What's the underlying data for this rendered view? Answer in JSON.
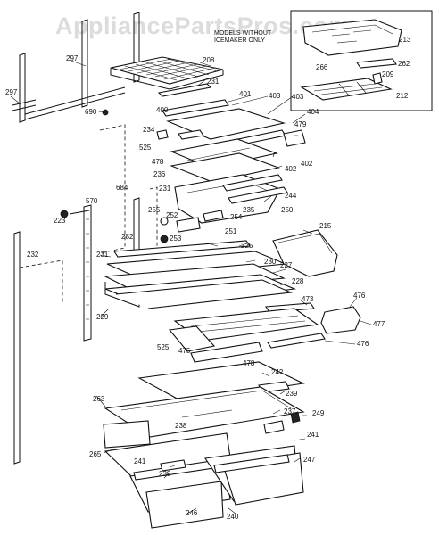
{
  "watermark": "AppliancePartsPros.com",
  "inset_note": [
    "MODELS WITHOUT",
    "ICEMAKER ONLY"
  ],
  "part_labels": [
    {
      "id": "213",
      "text": "213"
    },
    {
      "id": "266",
      "text": "266"
    },
    {
      "id": "262",
      "text": "262"
    },
    {
      "id": "209",
      "text": "209"
    },
    {
      "id": "212",
      "text": "212"
    },
    {
      "id": "297a",
      "text": "297"
    },
    {
      "id": "297b",
      "text": "297"
    },
    {
      "id": "208",
      "text": "208"
    },
    {
      "id": "231",
      "text": "231"
    },
    {
      "id": "690",
      "text": "690"
    },
    {
      "id": "403a",
      "text": "403"
    },
    {
      "id": "403b",
      "text": "403"
    },
    {
      "id": "401",
      "text": "401"
    },
    {
      "id": "404",
      "text": "404"
    },
    {
      "id": "400",
      "text": "400"
    },
    {
      "id": "479",
      "text": "479"
    },
    {
      "id": "234",
      "text": "234"
    },
    {
      "id": "525a",
      "text": "525"
    },
    {
      "id": "478a",
      "text": "478"
    },
    {
      "id": "236",
      "text": "236"
    },
    {
      "id": "402a",
      "text": "402"
    },
    {
      "id": "402b",
      "text": "402"
    },
    {
      "id": "231b",
      "text": "231"
    },
    {
      "id": "244",
      "text": "244"
    },
    {
      "id": "684",
      "text": "684"
    },
    {
      "id": "570",
      "text": "570"
    },
    {
      "id": "235",
      "text": "235"
    },
    {
      "id": "250",
      "text": "250"
    },
    {
      "id": "223",
      "text": "223"
    },
    {
      "id": "255",
      "text": "255"
    },
    {
      "id": "254",
      "text": "254"
    },
    {
      "id": "252",
      "text": "252"
    },
    {
      "id": "253",
      "text": "253"
    },
    {
      "id": "251",
      "text": "251"
    },
    {
      "id": "282",
      "text": "282"
    },
    {
      "id": "215",
      "text": "215"
    },
    {
      "id": "232",
      "text": "232"
    },
    {
      "id": "231c",
      "text": "231"
    },
    {
      "id": "225",
      "text": "225"
    },
    {
      "id": "230",
      "text": "230"
    },
    {
      "id": "227",
      "text": "227"
    },
    {
      "id": "228",
      "text": "228"
    },
    {
      "id": "229",
      "text": "229"
    },
    {
      "id": "476a",
      "text": "476"
    },
    {
      "id": "473",
      "text": "473"
    },
    {
      "id": "477",
      "text": "477"
    },
    {
      "id": "525b",
      "text": "525"
    },
    {
      "id": "475",
      "text": "475"
    },
    {
      "id": "476b",
      "text": "476"
    },
    {
      "id": "478b",
      "text": "478"
    },
    {
      "id": "242",
      "text": "242"
    },
    {
      "id": "239",
      "text": "239"
    },
    {
      "id": "263",
      "text": "263"
    },
    {
      "id": "237",
      "text": "237"
    },
    {
      "id": "249",
      "text": "249"
    },
    {
      "id": "238",
      "text": "238"
    },
    {
      "id": "241a",
      "text": "241"
    },
    {
      "id": "265",
      "text": "265"
    },
    {
      "id": "241b",
      "text": "241"
    },
    {
      "id": "247",
      "text": "247"
    },
    {
      "id": "238b",
      "text": "238"
    },
    {
      "id": "246",
      "text": "246"
    },
    {
      "id": "240",
      "text": "240"
    }
  ]
}
